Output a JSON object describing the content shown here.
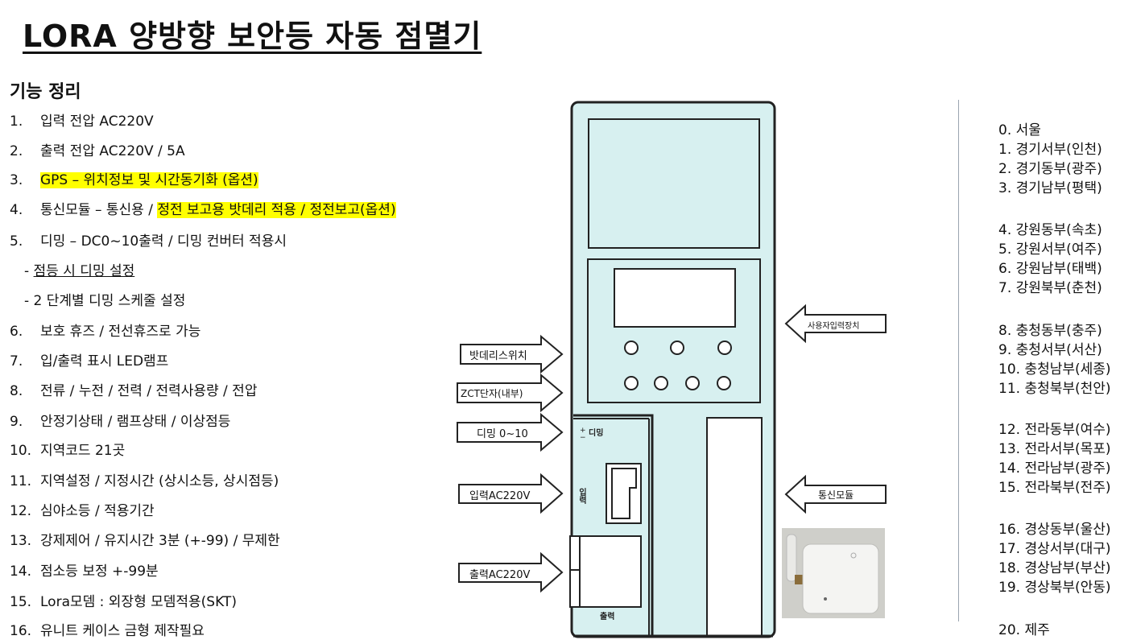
{
  "title": "LORA 양방향 보안등 자동 점멸기",
  "section_title": "기능 정리",
  "features": [
    {
      "num": "1.",
      "text": "입력 전압 AC220V"
    },
    {
      "num": "2.",
      "text": "출력 전압 AC220V / 5A"
    },
    {
      "num": "3.",
      "text": "GPS – 위치정보 및 시간동기화 (옵션)"
    },
    {
      "num": "4.",
      "pre": "통신모듈 – 통신용 / ",
      "hl": "정전 보고용 밧데리 적용 / 정전보고(옵션)"
    },
    {
      "num": "5.",
      "text": "디밍 – DC0~10출력 / 디밍 컨버터 적용시"
    },
    {
      "num": "6.",
      "text": "보호 휴즈 / 전선휴즈로 가능"
    },
    {
      "num": "7.",
      "text": "입/출력 표시 LED램프"
    },
    {
      "num": "8.",
      "text": "전류 / 누전 / 전력 / 전력사용량 / 전압"
    },
    {
      "num": "9.",
      "text": "안정기상태 / 램프상태 / 이상점등"
    },
    {
      "num": "10.",
      "text": "지역코드 21곳"
    },
    {
      "num": "11.",
      "text": "지역설정 / 지정시간 (상시소등, 상시점등)"
    },
    {
      "num": "12.",
      "text": "심야소등 / 적용기간"
    },
    {
      "num": "13.",
      "text": "강제제어 / 유지시간 3분 (+-99) / 무제한"
    },
    {
      "num": "14.",
      "text": "점소등 보정 +-99분"
    },
    {
      "num": "15.",
      "text": "Lora모뎀 : 외장형 모뎀적용(SKT)"
    },
    {
      "num": "16.",
      "text": "유니트 케이스 금형 제작필요"
    }
  ],
  "sub_items": {
    "prefix1": "- ",
    "dimming_on": "점등 시 디밍 설정",
    "schedule": "- 2 단계별 디밍 스케줄 설정"
  },
  "labels": {
    "battery_switch": "밧데리스위치",
    "zct": "ZCT단자(내부)",
    "dimming": "디밍 0~10",
    "input": "입력AC220V",
    "output": "출력AC220V",
    "user_input": "사용자입력장치",
    "comm_module": "통신모듈"
  },
  "device_text": {
    "dimming_mark": "디밍",
    "input_mark": "입력",
    "output_mark": "출력"
  },
  "regions": [
    "0. 서울",
    "1. 경기서부(인천)",
    "2. 경기동부(광주)",
    "3. 경기남부(평택)",
    "4. 강원동부(속초)",
    "5. 강원서부(여주)",
    "6. 강원남부(태백)",
    "7. 강원북부(춘천)",
    "8. 충청동부(충주)",
    "9. 충청서부(서산)",
    "10. 충청남부(세종)",
    "11. 충청북부(천안)",
    "12. 전라동부(여수)",
    "13. 전라서부(목포)",
    "14. 전라남부(광주)",
    "15. 전라북부(전주)",
    "16. 경상동부(울산)",
    "17. 경상서부(대구)",
    "18. 경상남부(부산)",
    "19. 경상북부(안동)",
    "20. 제주"
  ],
  "colors": {
    "highlight": "#ffff00",
    "device_fill": "#d7f0f0"
  }
}
